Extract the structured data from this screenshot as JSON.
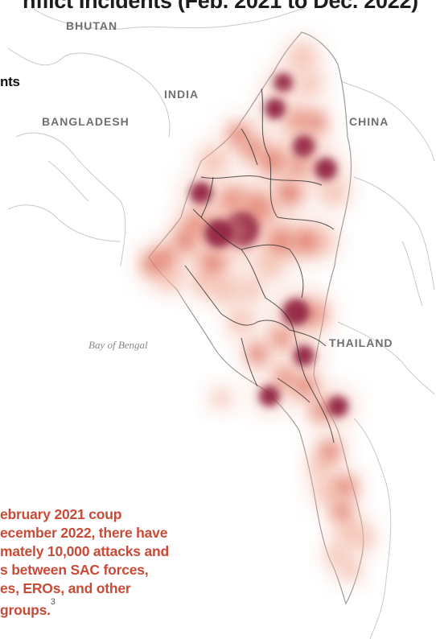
{
  "title": "nflict Incidents (Feb. 2021 to Dec. 2022)",
  "legend_fragment": "nts",
  "labels": {
    "bhutan": "BHUTAN",
    "india": "INDIA",
    "bangladesh": "BANGLADESH",
    "china": "CHINA",
    "thailand": "THAILAND",
    "bay": "Bay of Bengal"
  },
  "note": {
    "lines": [
      "ebruary 2021 coup",
      "ecember 2022, there have",
      "mately 10,000 attacks and",
      "s between SAC forces,",
      "es, EROs, and other",
      "groups."
    ],
    "footnote": "3"
  },
  "colors": {
    "heat_low": "#f2b6a4",
    "heat_mid": "#d8604f",
    "heat_high": "#8e1f3c",
    "border": "#222222",
    "land_outline": "#c8c8c8",
    "label": "#6f6f6f",
    "note": "#c94a36"
  }
}
